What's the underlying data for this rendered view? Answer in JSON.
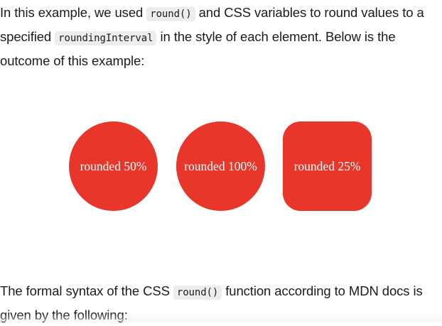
{
  "intro": {
    "t1": "In this example, we used ",
    "code1": "round()",
    "t2": " and CSS variables to round values to a specified ",
    "code2": "roundingInterval",
    "t3": " in the style of each element. Below is the outcome of this example:"
  },
  "demo": {
    "shapes": [
      {
        "label": "rounded 50%"
      },
      {
        "label": "rounded 100%"
      },
      {
        "label": "rounded 25%"
      }
    ],
    "color": "#e8372a"
  },
  "syntax": {
    "t1": "The formal syntax of the CSS ",
    "code": "round()",
    "t2": " function according to MDN docs is given by the following:"
  }
}
